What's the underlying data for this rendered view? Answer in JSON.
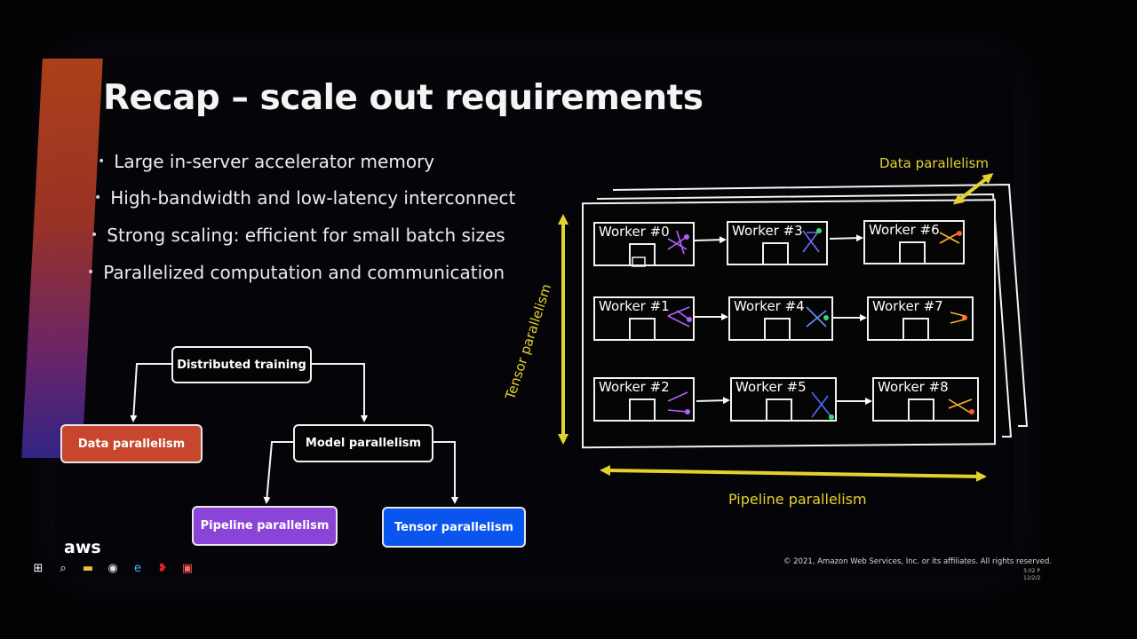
{
  "slide": {
    "title": "Recap – scale out requirements",
    "bullets": [
      "Large in-server accelerator memory",
      "High-bandwidth and low-latency interconnect",
      "Strong scaling: efficient for small batch sizes",
      "Parallelized computation and communication"
    ],
    "bullet_glyph": "•"
  },
  "tree": {
    "root": "Distributed training",
    "data": "Data parallelism",
    "model": "Model parallelism",
    "pipeline": "Pipeline parallelism",
    "tensor": "Tensor parallelism"
  },
  "grid": {
    "label_data": "Data parallelism",
    "label_tensor": "Tensor parallelism",
    "label_pipeline": "Pipeline parallelism",
    "workers": [
      "Worker #0",
      "Worker #3",
      "Worker #6",
      "Worker #1",
      "Worker #4",
      "Worker #7",
      "Worker #2",
      "Worker #5",
      "Worker #8"
    ]
  },
  "footer": {
    "copyright": "© 2021, Amazon Web Services, Inc. or its affiliates. All rights reserved.",
    "logo": "aws",
    "clock_time": "3:02 P",
    "clock_date": "12/2/2"
  },
  "colors": {
    "accent_yellow": "#e3d12e",
    "data_box": "#c8462d",
    "pipeline_box": "#8a45d8",
    "tensor_box": "#0a55ee"
  },
  "taskbar_icons": [
    "windows-icon",
    "search-icon",
    "file-explorer-icon",
    "chrome-icon",
    "edge-icon",
    "app-red-icon",
    "app-document-icon"
  ]
}
